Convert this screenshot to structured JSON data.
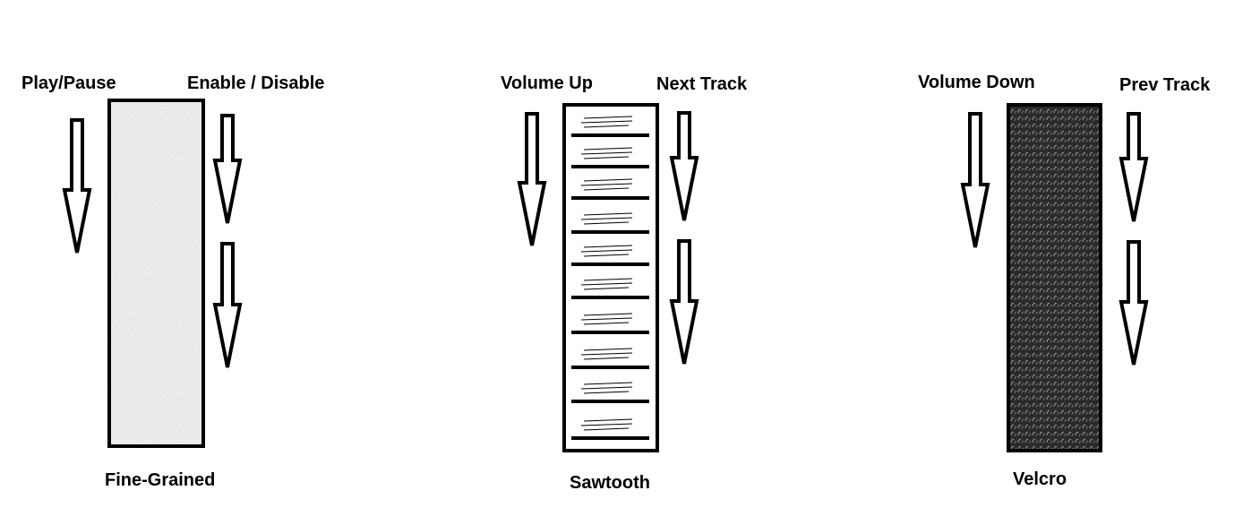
{
  "panels": [
    {
      "texture": "fine-grained",
      "name": "Fine-Grained",
      "left_gesture": "Play/Pause",
      "right_gesture": "Enable / Disable",
      "left_swipes": 1,
      "right_swipes": 2
    },
    {
      "texture": "sawtooth",
      "name": "Sawtooth",
      "left_gesture": "Volume Up",
      "right_gesture": "Next Track",
      "left_swipes": 1,
      "right_swipes": 2
    },
    {
      "texture": "velcro",
      "name": "Velcro",
      "left_gesture": "Volume Down",
      "right_gesture": "Prev Track",
      "left_swipes": 1,
      "right_swipes": 2
    }
  ],
  "colors": {
    "stroke": "#000000",
    "fine_grained": "#eeeeee",
    "velcro": "#2a2a2a",
    "velcro_hooks": "#8a8a8a"
  }
}
